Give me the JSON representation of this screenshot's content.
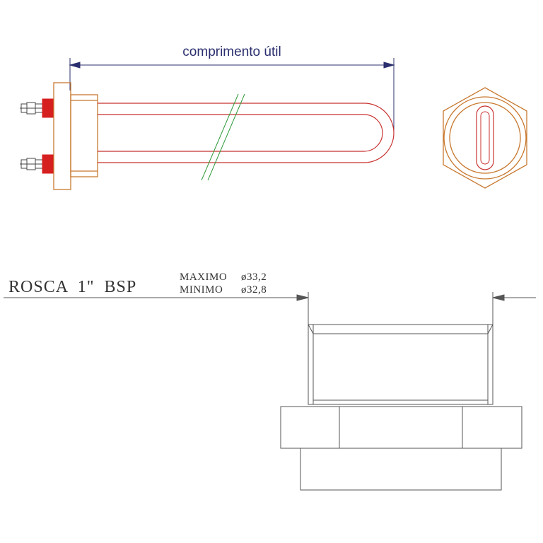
{
  "top_view": {
    "dimension_label": "comprimento útil"
  },
  "thread_spec": {
    "main_label": "ROSCA  1\"  BSP",
    "max_label": "MAXIMO",
    "max_value": "ø33,2",
    "min_label": "MINIMO",
    "min_value": "ø32,8"
  },
  "colors": {
    "dimension": "#2b2f6e",
    "element_tube": "#c8322f",
    "flange": "#c8782f",
    "break_lines": "#2f9a3a",
    "terminal_red": "#d61f1f",
    "detail_lines": "#555555"
  }
}
